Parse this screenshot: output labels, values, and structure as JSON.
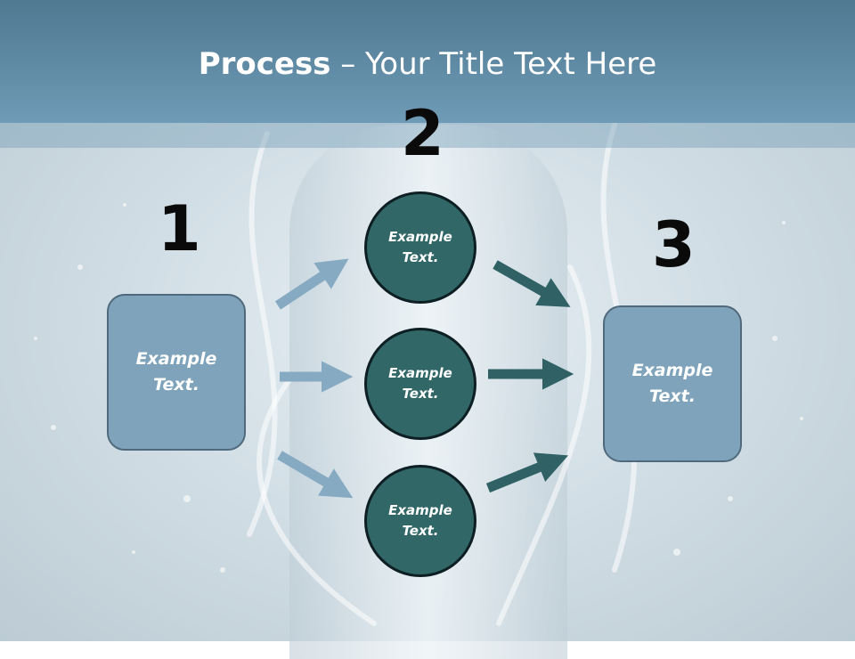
{
  "slide": {
    "title_bold": "Process",
    "title_rest": " – Your Title Text Here"
  },
  "steps": {
    "n1": "1",
    "n2": "2",
    "n3": "3"
  },
  "nodes": {
    "left_box": "Example\nText.",
    "circle_top": "Example\nText.",
    "circle_mid": "Example\nText.",
    "circle_bot": "Example\nText.",
    "right_box": "Example\nText."
  },
  "colors": {
    "title_band": "#6a96b1",
    "box_fill": "#7fa3bb",
    "circle_fill": "#326768",
    "light_arrow": "#85aac2",
    "dark_arrow": "#2f6165"
  }
}
